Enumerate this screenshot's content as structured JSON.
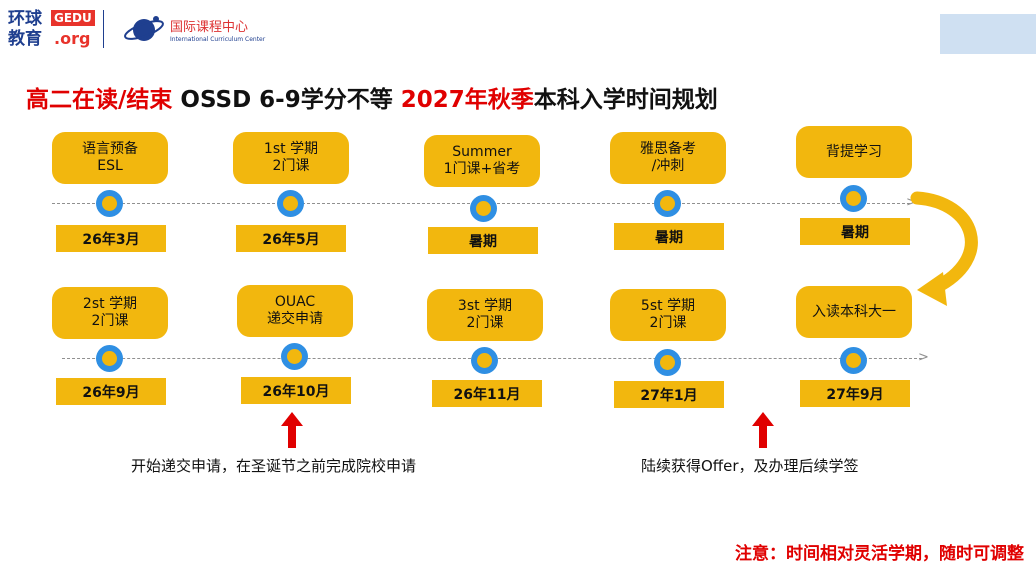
{
  "header": {
    "logo_line1": "环球",
    "logo_line2": "教育",
    "logo_badge": "GEDU",
    "logo_org": ".org",
    "center_name": "国际课程中心",
    "center_name_en": "International Curriculum Center"
  },
  "title": {
    "part1": "高二在读/结束",
    "part2": " OSSD 6-9学分不等 ",
    "part3": "2027年秋季",
    "part4": "本科入学时间规划"
  },
  "row1": [
    {
      "line1": "语言预备",
      "line2": "ESL",
      "date": "26年3月"
    },
    {
      "line1": "1st 学期",
      "line2": "2门课",
      "date": "26年5月"
    },
    {
      "line1": "Summer",
      "line2": "1门课+省考",
      "date": "暑期"
    },
    {
      "line1": "雅思备考",
      "line2": "/冲刺",
      "date": "暑期"
    },
    {
      "line1": "背提学习",
      "line2": "",
      "date": "暑期"
    }
  ],
  "row2": [
    {
      "line1": "2st 学期",
      "line2": "2门课",
      "date": "26年9月"
    },
    {
      "line1": "OUAC",
      "line2": "递交申请",
      "date": "26年10月"
    },
    {
      "line1": "3st 学期",
      "line2": "2门课",
      "date": "26年11月"
    },
    {
      "line1": "5st 学期",
      "line2": "2门课",
      "date": "27年1月"
    },
    {
      "line1": "入读本科大一",
      "line2": "",
      "date": "27年9月"
    }
  ],
  "notes": {
    "left": "开始递交申请，在圣诞节之前完成院校申请",
    "right": "陆续获得Offer，及办理后续学签"
  },
  "footer_note": "注意：时间相对灵活学期，随时可调整",
  "colors": {
    "accent_yellow": "#f2b70e",
    "dot_blue": "#2f8fe3",
    "title_red": "#e00000"
  }
}
